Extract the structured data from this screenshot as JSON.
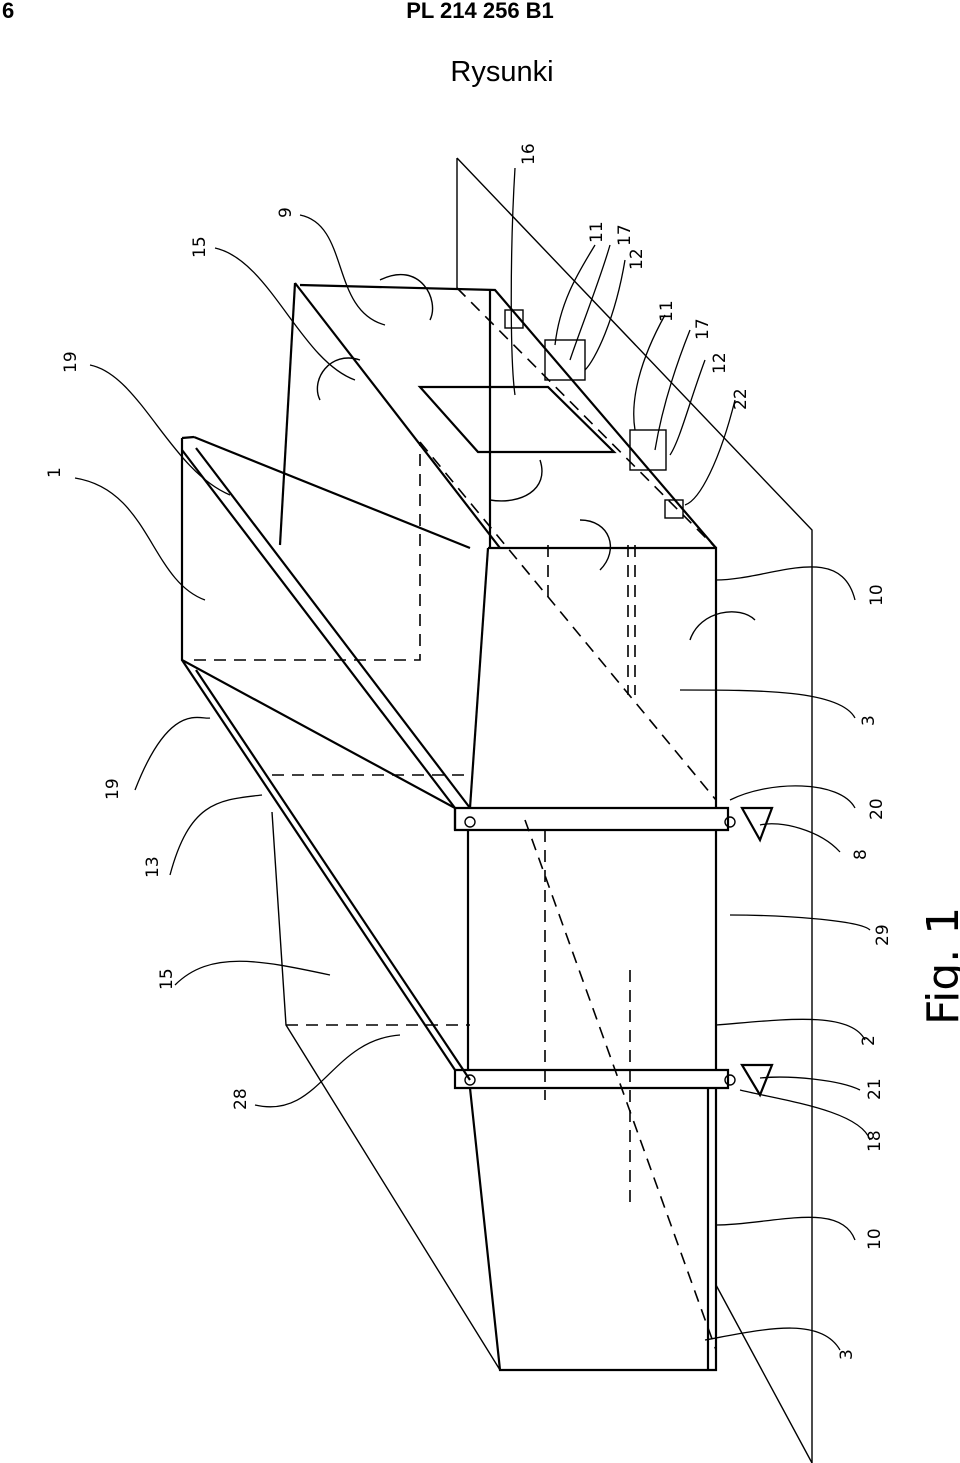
{
  "header": {
    "page_number": "6",
    "patent_id": "PL 214 256 B1"
  },
  "section_title": "Rysunki",
  "figure": {
    "caption": "Fig. 1",
    "reference_numerals": [
      "16",
      "9",
      "11",
      "17",
      "12",
      "11",
      "17",
      "12",
      "22",
      "15",
      "19",
      "1",
      "10",
      "3",
      "20",
      "8",
      "29",
      "2",
      "21",
      "18",
      "10",
      "3",
      "19",
      "13",
      "15",
      "28"
    ]
  }
}
